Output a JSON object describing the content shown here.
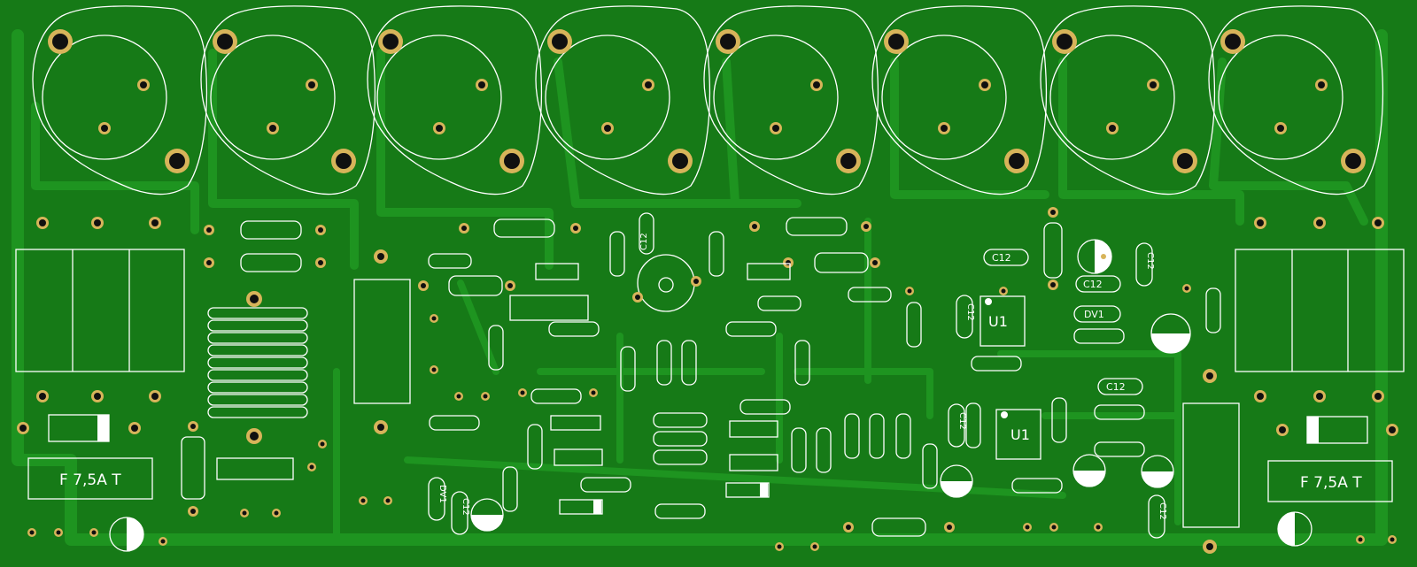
{
  "board": {
    "labels": {
      "fuse_left": "F 7,5A T",
      "fuse_right": "F 7,5A T",
      "u1_a": "U1",
      "u1_b": "U1",
      "c12": "C12",
      "dv1": "DV1"
    },
    "colors": {
      "board_bg": "#0f5a12",
      "copper_pour": "#167a17",
      "trace": "#1e9420",
      "silk": "#ffffff",
      "pad_ring": "#d7b45a",
      "hole": "#101010"
    }
  }
}
